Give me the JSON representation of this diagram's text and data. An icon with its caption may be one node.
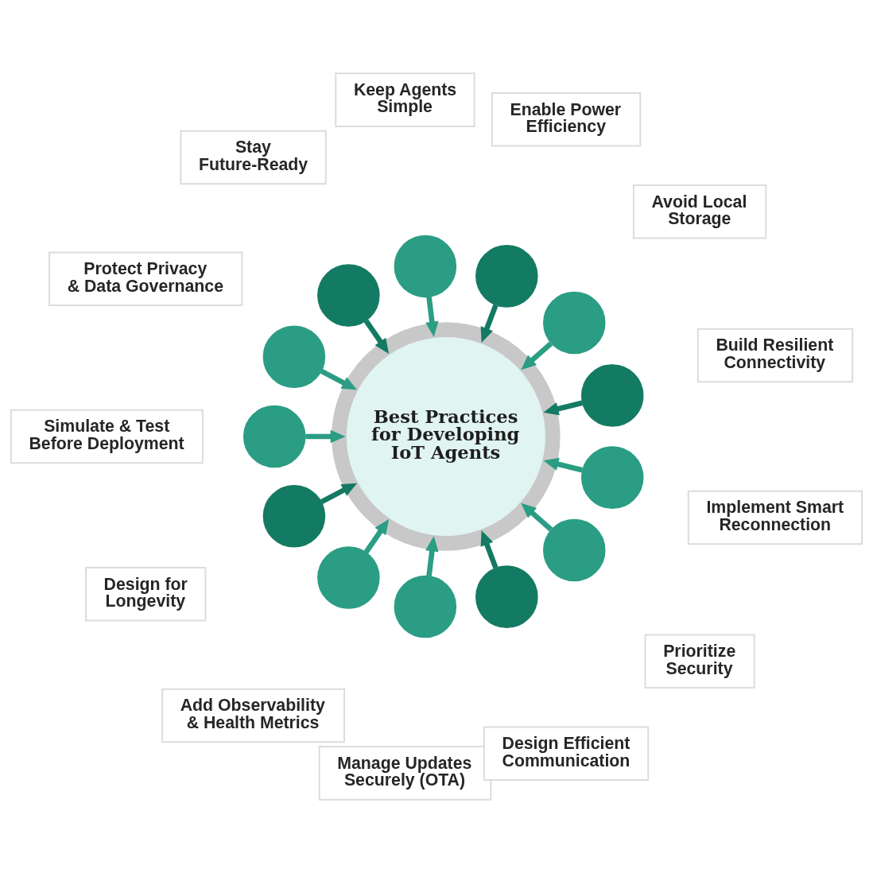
{
  "diagram": {
    "nodes": [
      {
        "text": [
          "Best Practices for Developing IoT Agents"
        ]
      },
      {
        "text": [
          "Keep Agents Simple"
        ]
      },
      {
        "text": [
          "Enable Power Efficiency"
        ]
      },
      {
        "text": [
          "Avoid Local Storage"
        ]
      },
      {
        "text": [
          "Build Resilient Connectivity"
        ]
      },
      {
        "text": [
          "Implement Smart Reconnection"
        ]
      },
      {
        "text": [
          "Prioritize Security"
        ]
      },
      {
        "text": [
          "Design Efficient Communication"
        ]
      },
      {
        "text": [
          "Manage Updates Securely (OTA)"
        ]
      },
      {
        "text": [
          "Add Observability & Health Metrics"
        ]
      },
      {
        "text": [
          "Design for Longevity"
        ]
      },
      {
        "text": [
          "Simulate & Test Before Deployment"
        ]
      },
      {
        "text": [
          "Protect Privacy & Data Governance"
        ]
      },
      {
        "text": [
          "Stay Future-Ready"
        ]
      },
      {
        "text": [],
        "shape": "circle"
      },
      {
        "text": [],
        "shape": "circle"
      },
      {
        "text": [],
        "shape": "circle"
      },
      {
        "text": [],
        "shape": "circle"
      },
      {
        "text": [],
        "shape": "circle"
      },
      {
        "text": [],
        "shape": "circle"
      },
      {
        "text": [],
        "shape": "circle"
      },
      {
        "text": [],
        "shape": "circle"
      },
      {
        "text": [],
        "shape": "circle"
      },
      {
        "text": [],
        "shape": "circle"
      },
      {
        "text": [],
        "shape": "circle"
      },
      {
        "text": [],
        "shape": "circle"
      },
      {
        "text": [],
        "shape": "circle"
      }
    ],
    "edges": [
      {
        "from": 14,
        "to": 0,
        "arrow": "to"
      },
      {
        "from": 15,
        "to": 0,
        "arrow": "to",
        "color": "#137a63"
      },
      {
        "from": 16,
        "to": 0,
        "arrow": "to"
      },
      {
        "from": 17,
        "to": 0,
        "arrow": "to",
        "color": "#137a63"
      },
      {
        "from": 18,
        "to": 0,
        "arrow": "to"
      },
      {
        "from": 19,
        "to": 0,
        "arrow": "to"
      },
      {
        "from": 20,
        "to": 0,
        "arrow": "to",
        "color": "#137a63"
      },
      {
        "from": 21,
        "to": 0,
        "arrow": "to"
      },
      {
        "from": 22,
        "to": 0,
        "arrow": "to"
      },
      {
        "from": 23,
        "to": 0,
        "arrow": "to",
        "color": "#137a63"
      },
      {
        "from": 24,
        "to": 0,
        "arrow": "to"
      },
      {
        "from": 25,
        "to": 0,
        "arrow": "to"
      },
      {
        "from": 26,
        "to": 0,
        "arrow": "to",
        "color": "#137a63"
      }
    ]
  }
}
